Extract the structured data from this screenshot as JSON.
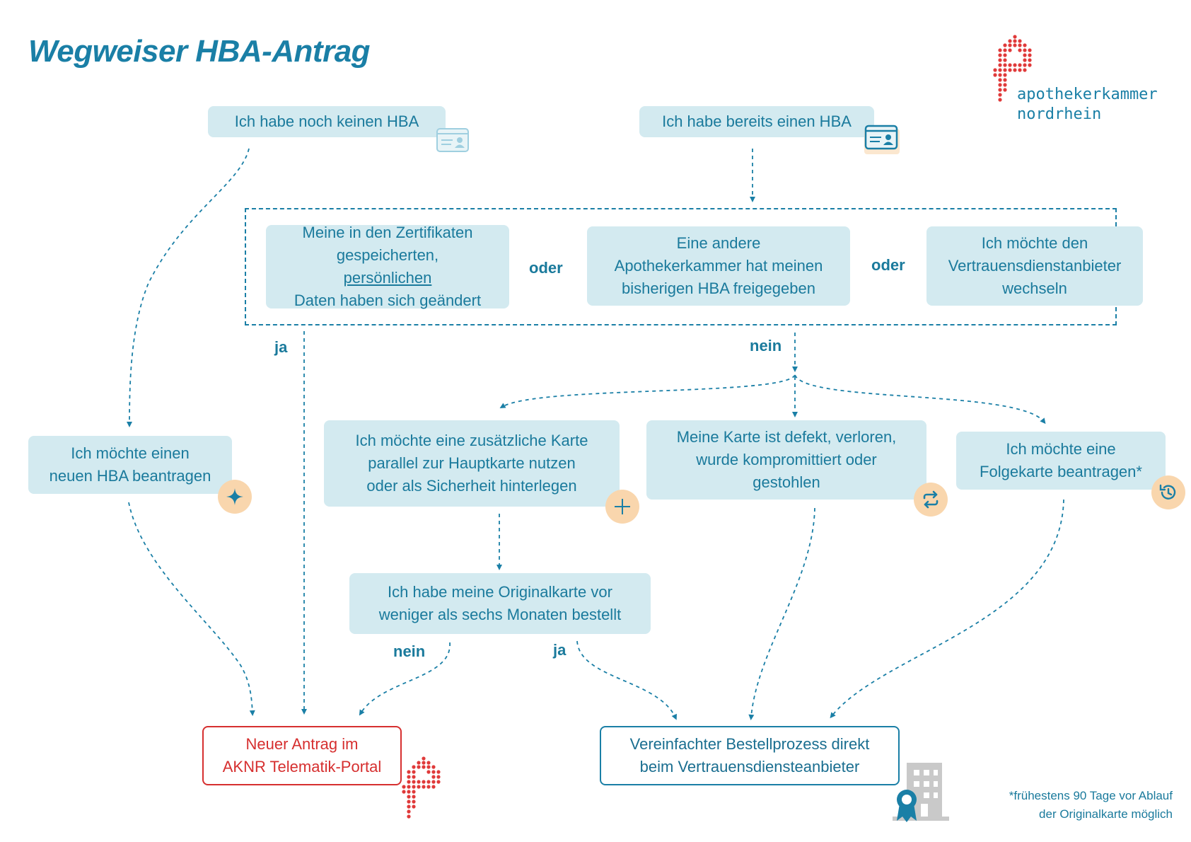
{
  "title": "Wegweiser HBA-Antrag",
  "logo": {
    "line1": "apothekerkammer",
    "line2": "nordrhein"
  },
  "start": {
    "no_hba": "Ich habe noch keinen HBA",
    "has_hba": "Ich habe bereits einen HBA"
  },
  "reasons": {
    "r1_a": "Meine in den Zertifikaten",
    "r1_b": "gespeicherten,",
    "r1_link": "persönlichen",
    "r1_c": "Daten haben sich geändert",
    "or1": "oder",
    "r2_a": "Eine andere",
    "r2_b": "Apothekerkammer hat meinen",
    "r2_c": "bisherigen HBA freigegeben",
    "or2": "oder",
    "r3_a": "Ich möchte den",
    "r3_b": "Vertrauensdienstanbieter",
    "r3_c": "wechseln"
  },
  "labels": {
    "ja1": "ja",
    "nein1": "nein",
    "nein2": "nein",
    "ja2": "ja"
  },
  "options": {
    "new_hba_a": "Ich möchte einen",
    "new_hba_b": "neuen HBA beantragen",
    "extra_a": "Ich möchte eine zusätzliche Karte",
    "extra_b": "parallel zur Hauptkarte nutzen",
    "extra_c": "oder als Sicherheit hinterlegen",
    "defect_a": "Meine Karte ist defekt, verloren,",
    "defect_b": "wurde kompromittiert oder",
    "defect_c": "gestohlen",
    "follow_a": "Ich möchte eine",
    "follow_b": "Folgekarte beantragen*",
    "orig_a": "Ich habe meine Originalkarte vor",
    "orig_b": "weniger als sechs Monaten bestellt"
  },
  "outcomes": {
    "portal_a": "Neuer Antrag im",
    "portal_b": "AKNR Telematik-Portal",
    "vda_a": "Vereinfachter Bestellprozess direkt",
    "vda_b": "beim Vertrauensdiensteanbieter"
  },
  "footnote": {
    "line1": "*frühestens 90 Tage vor Ablauf",
    "line2": "der Originalkarte möglich"
  },
  "colors": {
    "accent": "#1a7fa6",
    "box": "#d3eaf0",
    "red": "#d62f2f",
    "badge": "#f9d6ad"
  },
  "icons": [
    "id-card-icon",
    "sparkle-icon",
    "plus-icon",
    "repeat-icon",
    "history-icon",
    "building-icon",
    "award-icon",
    "logo-dots-icon"
  ]
}
